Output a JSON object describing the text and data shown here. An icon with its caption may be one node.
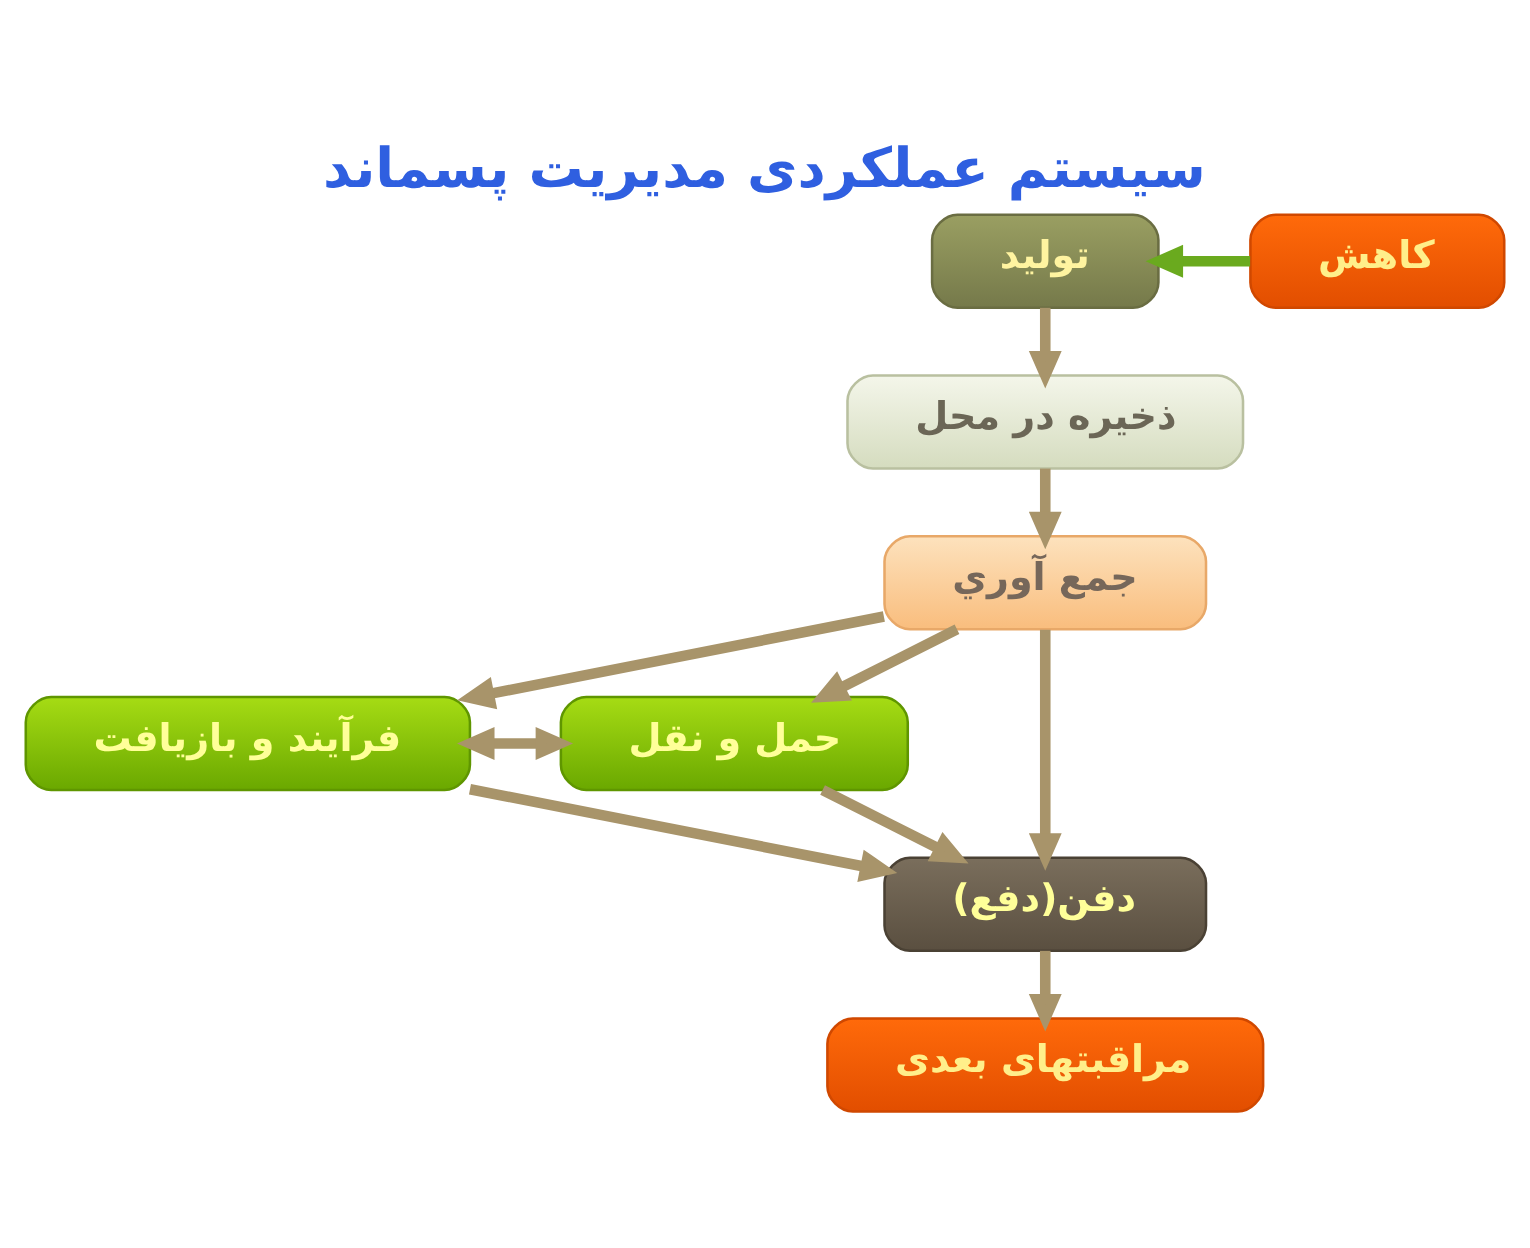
{
  "diagram": {
    "title": "سیستم عملکردی مدیریت پسماند",
    "nodes": [
      {
        "text": [
          "کاهش"
        ]
      },
      {
        "text": [
          "تولید"
        ]
      },
      {
        "text": [
          "ذخیره در محل"
        ]
      },
      {
        "text": [
          "جمع آوري"
        ]
      },
      {
        "text": [
          "حمل و نقل"
        ]
      },
      {
        "text": [
          "فرآیند و بازیافت"
        ]
      },
      {
        "text": [
          "دفن(دفع)"
        ]
      },
      {
        "text": [
          "مراقبتهای بعدی"
        ]
      }
    ],
    "edges": [
      {
        "from": 0,
        "to": 1,
        "arrow": "to",
        "color": "#6aaa1e"
      },
      {
        "from": 1,
        "to": 2,
        "arrow": "to"
      },
      {
        "from": 2,
        "to": 3,
        "arrow": "to"
      },
      {
        "from": 3,
        "to": 5,
        "arrow": "to"
      },
      {
        "from": 3,
        "to": 4,
        "arrow": "to"
      },
      {
        "from": 3,
        "to": 6,
        "arrow": "to"
      },
      {
        "from": 5,
        "to": 4,
        "arrow": "both"
      },
      {
        "from": 5,
        "to": 6,
        "arrow": "to"
      },
      {
        "from": 4,
        "to": 6,
        "arrow": "to"
      },
      {
        "from": 6,
        "to": 7,
        "arrow": "to"
      }
    ]
  }
}
